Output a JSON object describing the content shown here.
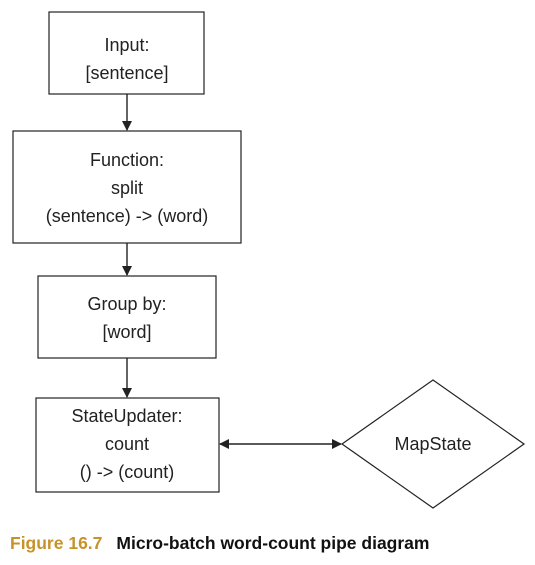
{
  "nodes": {
    "input": {
      "lines": [
        "Input:",
        "[sentence]"
      ]
    },
    "function": {
      "lines": [
        "Function:",
        "split",
        "(sentence) -> (word)"
      ]
    },
    "group_by": {
      "lines": [
        "Group by:",
        "[word]"
      ]
    },
    "state_updater": {
      "lines": [
        "StateUpdater:",
        "count",
        "() -> (count)"
      ]
    },
    "map_state": {
      "lines": [
        "MapState"
      ]
    }
  },
  "caption": {
    "label": "Figure 16.7",
    "title": "Micro-batch word-count pipe diagram"
  },
  "colors": {
    "caption_label": "#c8922a",
    "stroke": "#222222",
    "text": "#222222"
  }
}
